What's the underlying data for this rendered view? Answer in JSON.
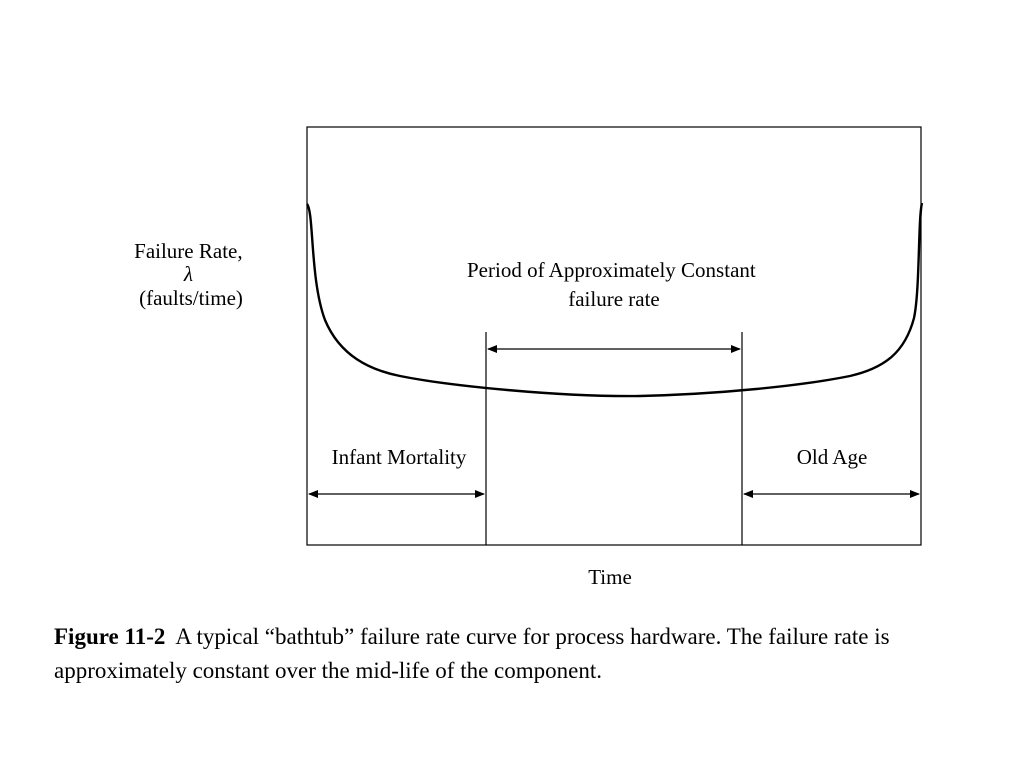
{
  "diagram": {
    "y_label": [
      "Failure Rate,",
      "λ",
      "(faults/time)"
    ],
    "x_label": "Time",
    "regions": {
      "infant_mortality": "Infant Mortality",
      "constant_rate": [
        "Period of Approximately Constant",
        "failure rate"
      ],
      "old_age": "Old Age"
    }
  },
  "caption": {
    "figure_number": "Figure 11-2",
    "text": "A typical “bathtub” failure rate curve for process hardware. The failure rate is approximately constant over the mid-life of the component."
  }
}
